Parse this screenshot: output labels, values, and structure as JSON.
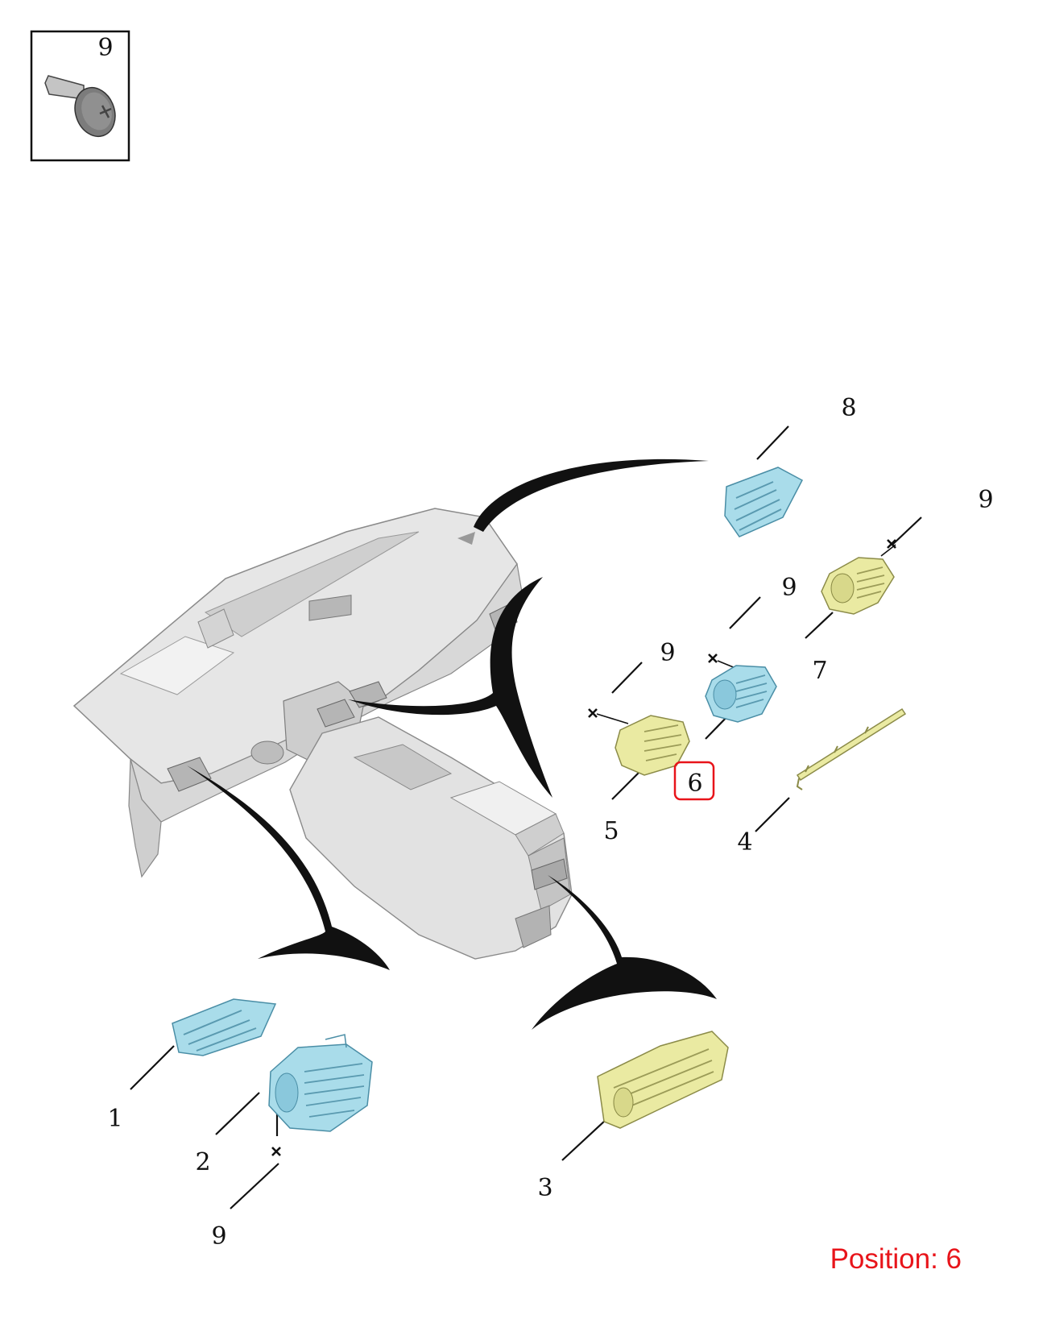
{
  "colors": {
    "highlight": "#e8141a",
    "part_cyan": "#a9dcea",
    "part_yellow": "#eaeaa2",
    "dashboard": "#dcdcdc",
    "connector_arcs": "#111111"
  },
  "legend_box": {
    "number": "9",
    "icon": "screw-icon"
  },
  "callouts": {
    "c1": "1",
    "c2": "2",
    "c3": "3",
    "c4": "4",
    "c5": "5",
    "c6": "6",
    "c7": "7",
    "c8": "8",
    "c9a": "9",
    "c9b": "9",
    "c9c": "9",
    "c9d": "9"
  },
  "highlighted_position": "6",
  "caption": "Position: 6"
}
